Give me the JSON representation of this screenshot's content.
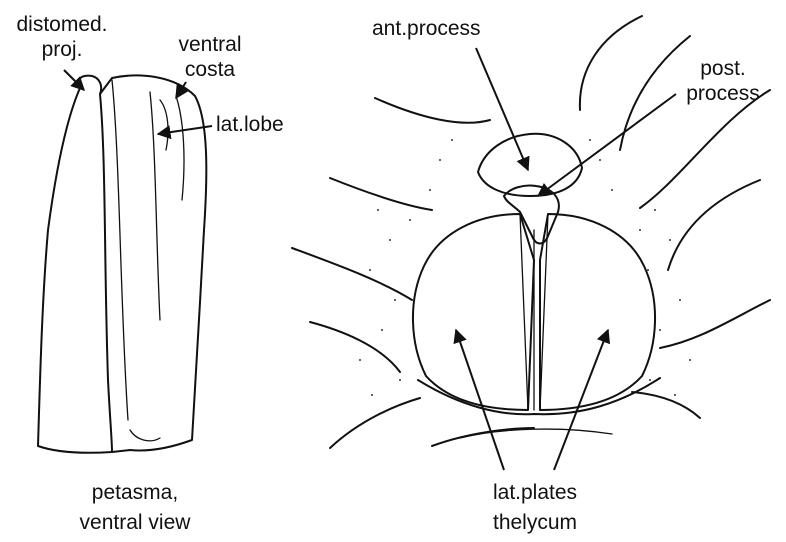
{
  "labels": {
    "distomed_proj": "distomed.\nproj.",
    "ventral_costa": "ventral\ncosta",
    "lat_lobe": "lat.lobe",
    "ant_process": "ant.process",
    "post_process": "post.\nprocess",
    "petasma_caption": "petasma,\nventral view",
    "lat_plates_caption": "lat.plates\nthelycum"
  },
  "colors": {
    "ink": "#111111",
    "background": "#ffffff"
  }
}
